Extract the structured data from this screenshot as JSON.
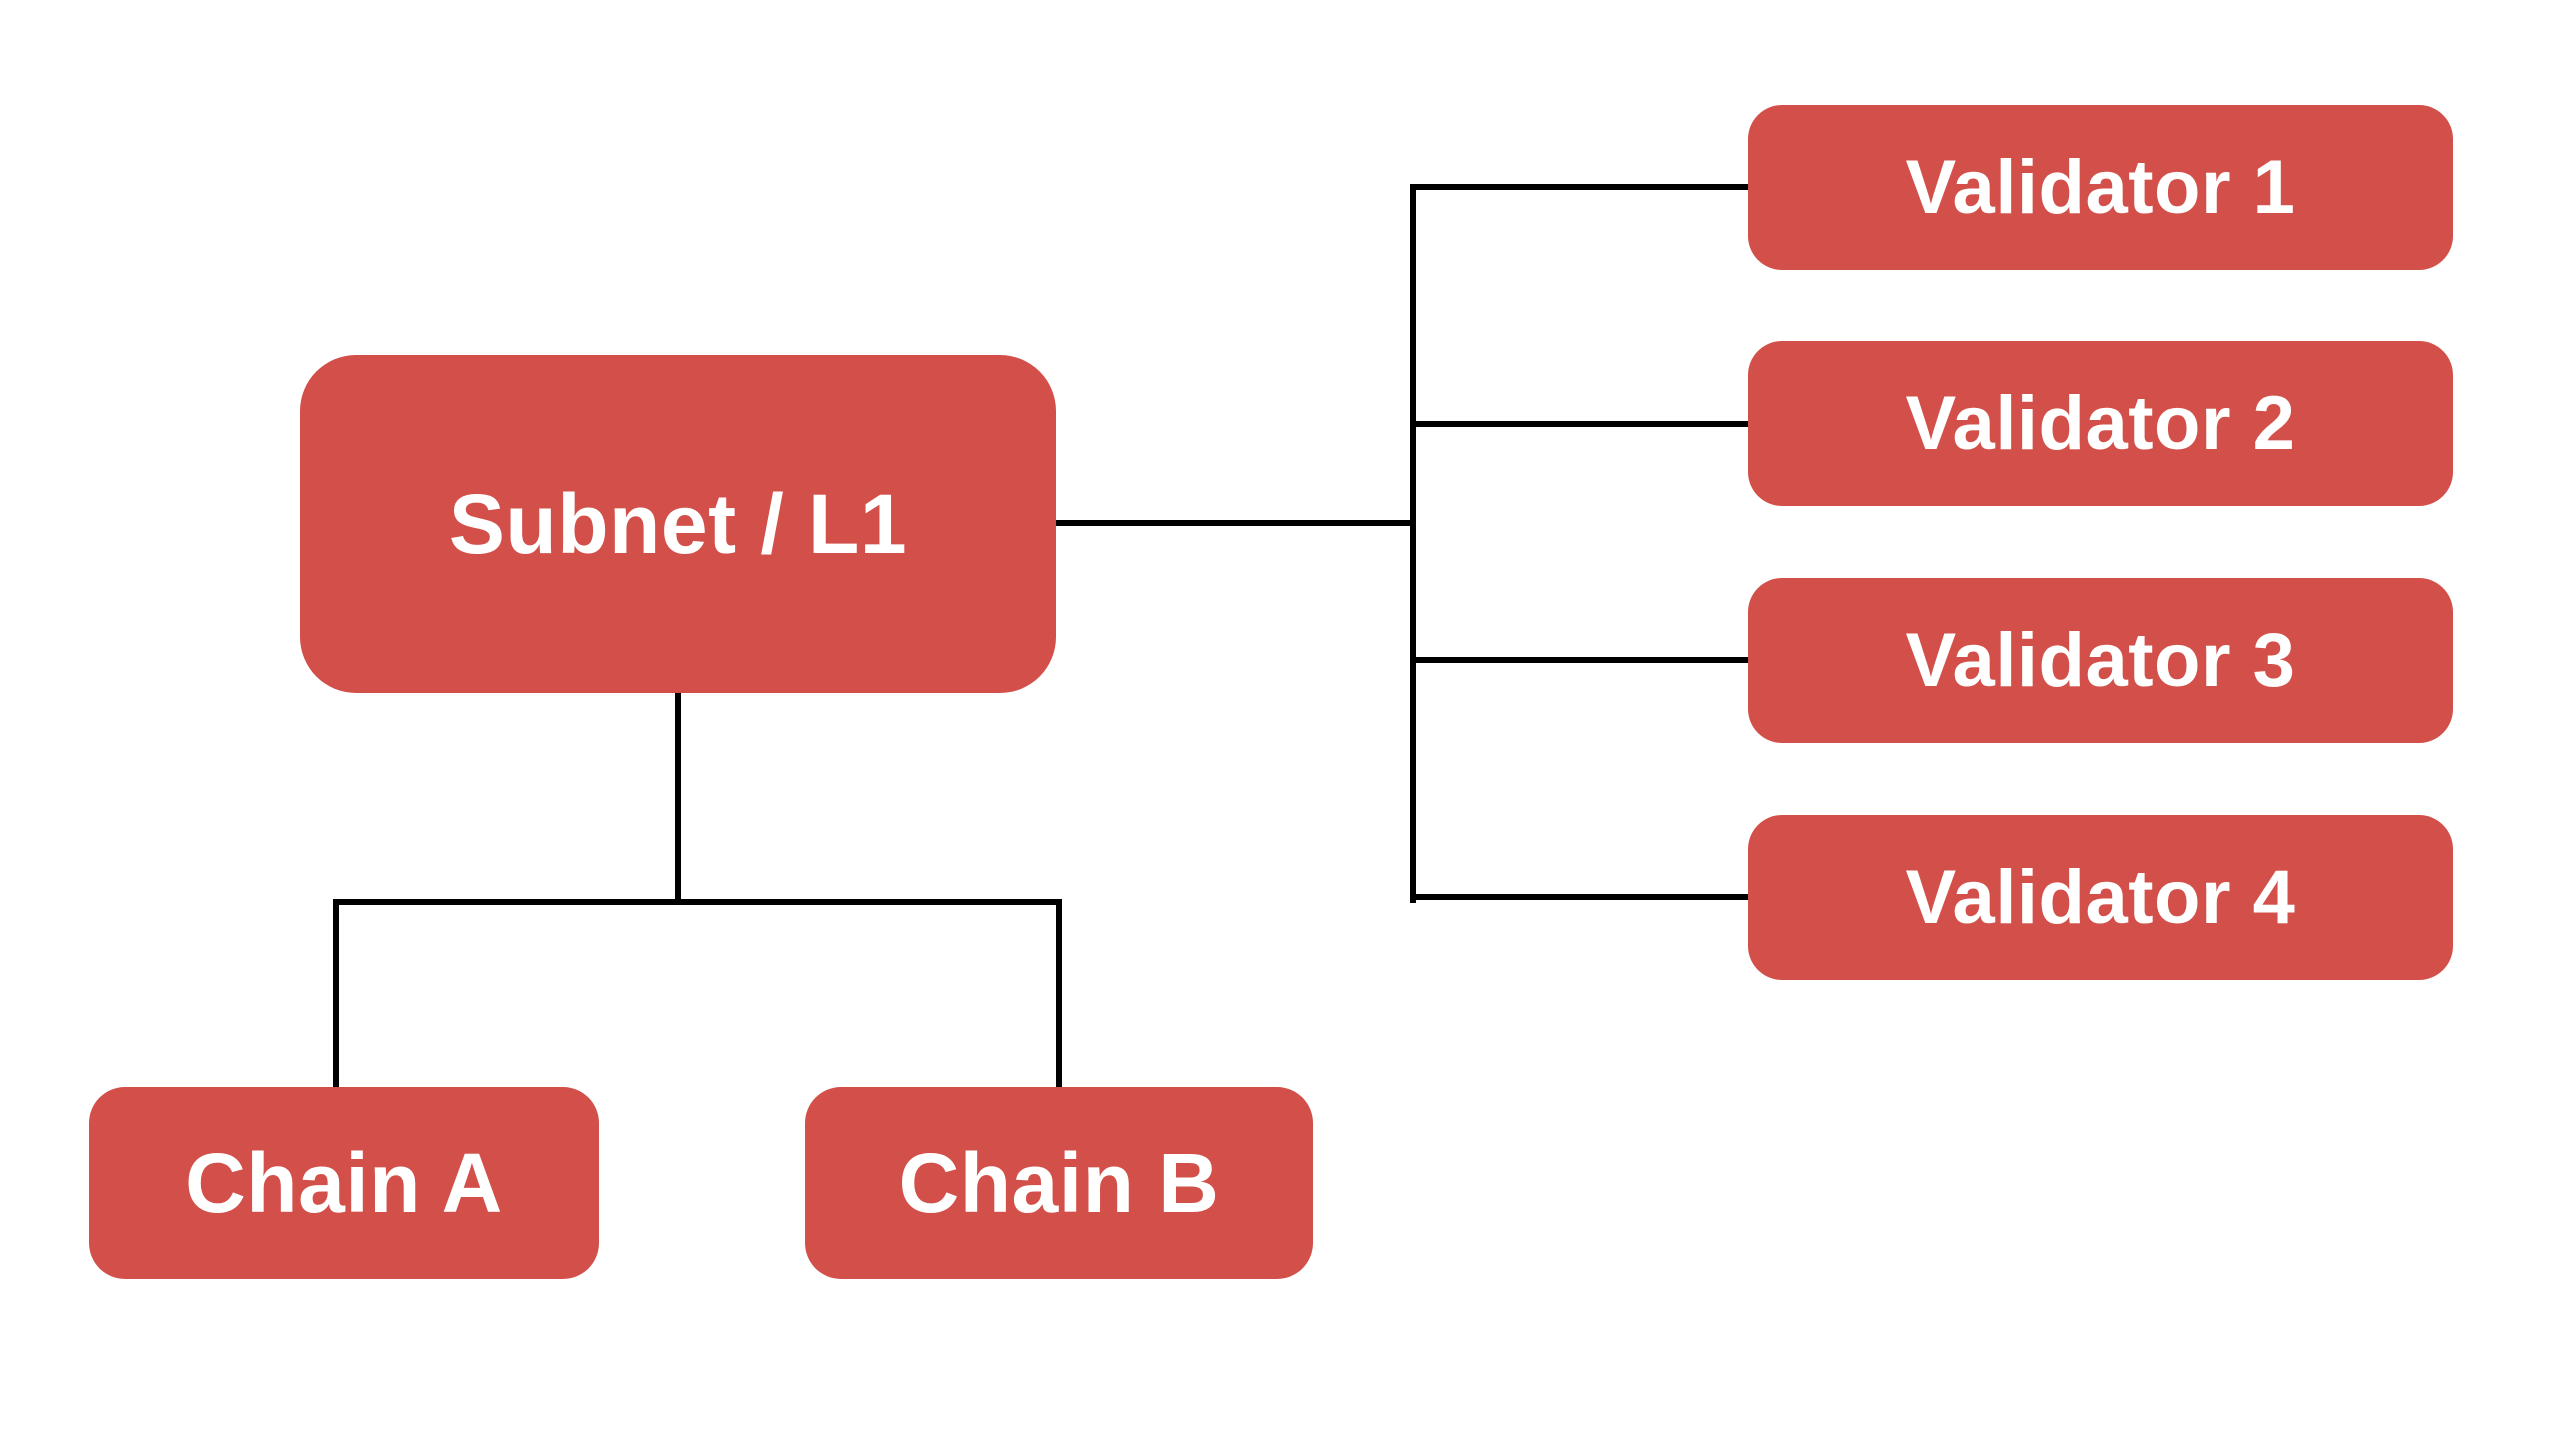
{
  "diagram": {
    "subnet": {
      "label": "Subnet / L1"
    },
    "validators": [
      {
        "label": "Validator 1"
      },
      {
        "label": "Validator 2"
      },
      {
        "label": "Validator 3"
      },
      {
        "label": "Validator 4"
      }
    ],
    "chains": [
      {
        "label": "Chain A"
      },
      {
        "label": "Chain B"
      }
    ],
    "colors": {
      "node_fill": "#d3504a",
      "node_text": "#ffffff",
      "connector": "#000000",
      "background": "#ffffff"
    }
  }
}
